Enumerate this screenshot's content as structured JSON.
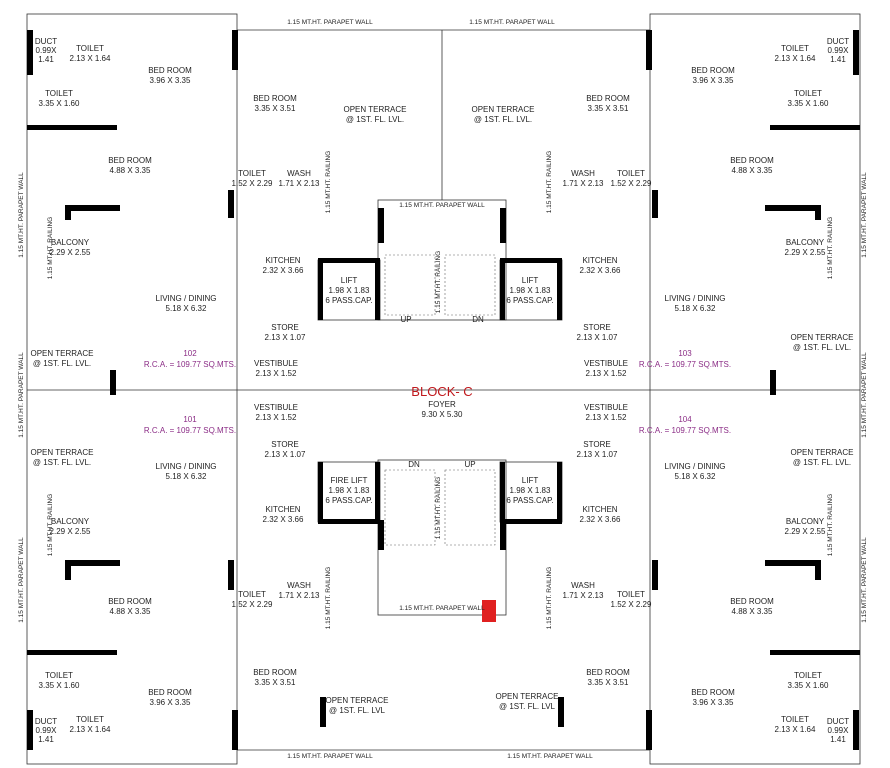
{
  "block": {
    "name": "BLOCK- C",
    "foyer": "FOYER",
    "foyer_dim": "9.30 X 5.30"
  },
  "parapet": "1.15 MT.HT. PARAPET WALL",
  "railing": "1.15 MT.HT. RAILING",
  "lift": {
    "name": "LIFT",
    "dim": "1.98 X 1.83",
    "cap": "6 PASS.CAP."
  },
  "fire_lift": {
    "name": "FIRE LIFT",
    "dim": "1.98 X 1.83",
    "cap": "6 PASS.CAP."
  },
  "stairs": {
    "up": "UP",
    "dn": "DN"
  },
  "units": [
    {
      "no": "102",
      "rca": "R.C.A. = 109.77  SQ.MTS."
    },
    {
      "no": "103",
      "rca": "R.C.A. = 109.77  SQ.MTS."
    },
    {
      "no": "101",
      "rca": "R.C.A. = 109.77  SQ.MTS."
    },
    {
      "no": "104",
      "rca": "R.C.A. = 109.77  SQ.MTS."
    }
  ],
  "rooms": {
    "duct": {
      "name": "DUCT",
      "d1": "0.99X",
      "d2": "1.41"
    },
    "toilet_a": {
      "name": "TOILET",
      "dim": "2.13 X 1.64"
    },
    "toilet_b": {
      "name": "TOILET",
      "dim": "3.35 X 1.60"
    },
    "toilet_c": {
      "name": "TOILET",
      "dim": "1.52 X 2.29"
    },
    "bed_a": {
      "name": "BED ROOM",
      "dim": "3.96 X 3.35"
    },
    "bed_b": {
      "name": "BED ROOM",
      "dim": "3.35 X 3.51"
    },
    "bed_c": {
      "name": "BED ROOM",
      "dim": "4.88 X 3.35"
    },
    "wash": {
      "name": "WASH",
      "dim": "1.71 X 2.13"
    },
    "kitchen": {
      "name": "KITCHEN",
      "dim": "2.32 X 3.66"
    },
    "living": {
      "name": "LIVING / DINING",
      "dim": "5.18 X 6.32"
    },
    "store": {
      "name": "STORE",
      "dim": "2.13 X 1.07"
    },
    "vestibule": {
      "name": "VESTIBULE",
      "dim": "2.13 X 1.52"
    },
    "balcony": {
      "name": "BALCONY",
      "dim": "2.29 X 2.55"
    },
    "open_terrace": {
      "l1": "OPEN TERRACE",
      "l2": "@ 1ST. FL. LVL."
    },
    "open_terrace_b": {
      "l1": "OPEN TERRACE",
      "l2": "@ 1ST. FL. LVL"
    }
  }
}
